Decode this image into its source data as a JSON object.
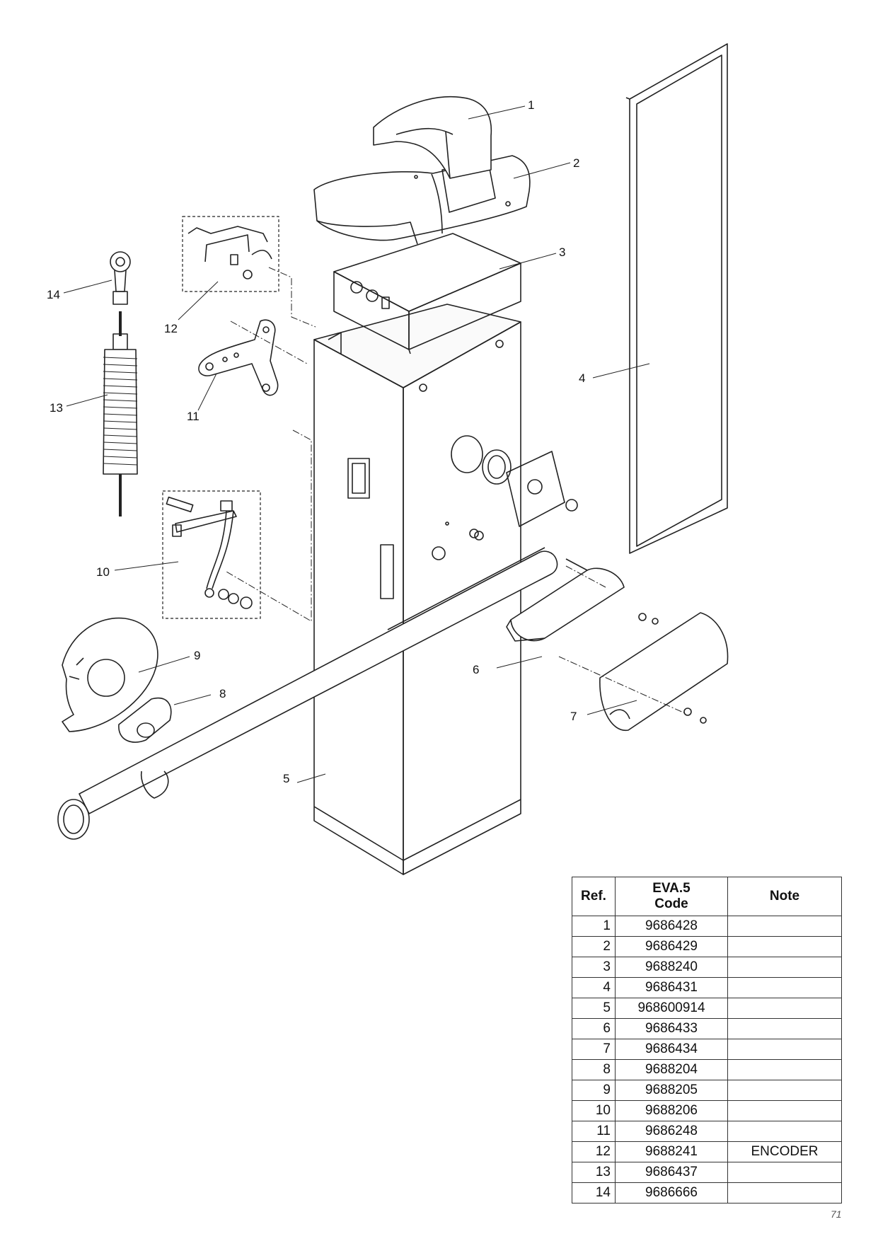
{
  "callouts": [
    {
      "ref": "1",
      "label": "1"
    },
    {
      "ref": "2",
      "label": "2"
    },
    {
      "ref": "3",
      "label": "3"
    },
    {
      "ref": "4",
      "label": "4"
    },
    {
      "ref": "5",
      "label": "5"
    },
    {
      "ref": "6",
      "label": "6"
    },
    {
      "ref": "7",
      "label": "7"
    },
    {
      "ref": "8",
      "label": "8"
    },
    {
      "ref": "9",
      "label": "9"
    },
    {
      "ref": "10",
      "label": "10"
    },
    {
      "ref": "11",
      "label": "11"
    },
    {
      "ref": "12",
      "label": "12"
    },
    {
      "ref": "13",
      "label": "13"
    },
    {
      "ref": "14",
      "label": "14"
    }
  ],
  "table": {
    "headers": {
      "ref": "Ref.",
      "code_line1": "EVA.5",
      "code_line2": "Code",
      "note": "Note"
    },
    "rows": [
      {
        "ref": "1",
        "code": "9686428",
        "note": ""
      },
      {
        "ref": "2",
        "code": "9686429",
        "note": ""
      },
      {
        "ref": "3",
        "code": "9688240",
        "note": ""
      },
      {
        "ref": "4",
        "code": "9686431",
        "note": ""
      },
      {
        "ref": "5",
        "code": "968600914",
        "note": ""
      },
      {
        "ref": "6",
        "code": "9686433",
        "note": ""
      },
      {
        "ref": "7",
        "code": "9686434",
        "note": ""
      },
      {
        "ref": "8",
        "code": "9688204",
        "note": ""
      },
      {
        "ref": "9",
        "code": "9688205",
        "note": ""
      },
      {
        "ref": "10",
        "code": "9688206",
        "note": ""
      },
      {
        "ref": "11",
        "code": "9686248",
        "note": ""
      },
      {
        "ref": "12",
        "code": "9688241",
        "note": "ENCODER"
      },
      {
        "ref": "13",
        "code": "9686437",
        "note": ""
      },
      {
        "ref": "14",
        "code": "9686666",
        "note": ""
      }
    ]
  },
  "page_number": "71"
}
